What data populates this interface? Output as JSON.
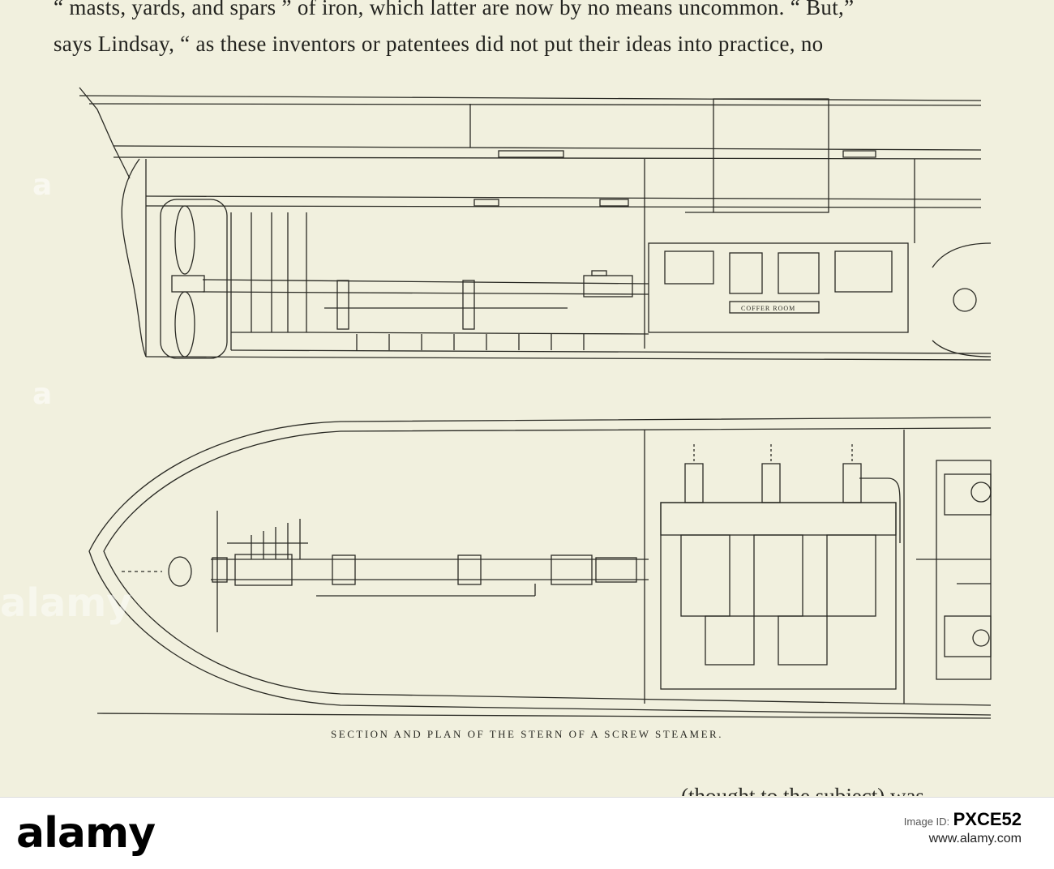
{
  "page": {
    "line1": "“ masts, yards, and spars ” of iron, which latter are now by no means uncommon.  “ But,”",
    "line2": "says Lindsay, “ as these inventors or patentees did not put their ideas into practice, no",
    "line0_partial": "· · · · · · · · · · · · · · · · · · · · · · · · · · · · · · · · · · · · · · · ·",
    "caption": "SECTION AND PLAN OF THE STERN OF A SCREW STEAMER.",
    "bottom_partial": "(thought to the subject) was"
  },
  "plate_lettering": {
    "section_label": "COFFER ROOM"
  },
  "ad": {
    "logo": "alamy",
    "id_label": "Image ID:",
    "id": "PXCE52",
    "url": "www.alamy.com"
  },
  "watermarks": [
    "alamy",
    "a",
    "a"
  ]
}
